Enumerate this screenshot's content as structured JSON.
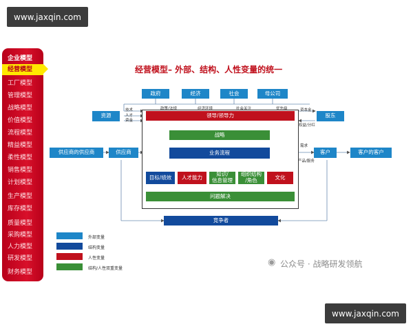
{
  "watermark": {
    "top_left": "www.jaxqin.com",
    "bottom_right": "www.jaxqin.com"
  },
  "sidebar": {
    "header": "企业模型",
    "items": [
      "经营模型",
      "工厂模型",
      "管理模型",
      "战略模型",
      "价值模型",
      "流程模型",
      "精益模型",
      "柔性模型",
      "销售模型",
      "计划模型",
      "生产模型",
      "库存模型",
      "质量模型",
      "采购模型",
      "人力模型",
      "研发模型",
      "财务模型"
    ],
    "active_index": 0,
    "colors": {
      "background": "#c8001e",
      "active": "#ffe800"
    }
  },
  "diagram": {
    "title": "经营模型– 外部、结构、人性变量的统一",
    "top_external": [
      "政府",
      "经济",
      "社会",
      "母公司"
    ],
    "top_labels": [
      "政策/法规",
      "经济环境",
      "社会关注",
      "优先级"
    ],
    "resource": "资源",
    "resource_labels": [
      "技术",
      "人才",
      "资金"
    ],
    "shareholder": "股东",
    "shareholder_labels": [
      "资本金",
      "权益/分红"
    ],
    "supplier_of_supplier": "供应商的供应商",
    "supplier": "供应商",
    "customer": "客户",
    "customer_of_customer": "客户的客户",
    "customer_labels": [
      "需求",
      "产品/服务"
    ],
    "leadership": "领导/领导力",
    "strategy": "战略",
    "business_process": "业务流程",
    "factors": [
      "目标/绩效",
      "人才能力",
      "知识/\n信息管理",
      "组织结构\n/角色",
      "文化"
    ],
    "problem_solving": "问题解决",
    "competitor": "竞争者"
  },
  "legend": [
    {
      "label": "外部变量",
      "color": "#1e86c8"
    },
    {
      "label": "结构变量",
      "color": "#124a9c"
    },
    {
      "label": "人性变量",
      "color": "#c0111d"
    },
    {
      "label": "结构/人性双重变量",
      "color": "#3a8f37"
    }
  ],
  "wechat_caption": "公众号 · 战略研发领航"
}
